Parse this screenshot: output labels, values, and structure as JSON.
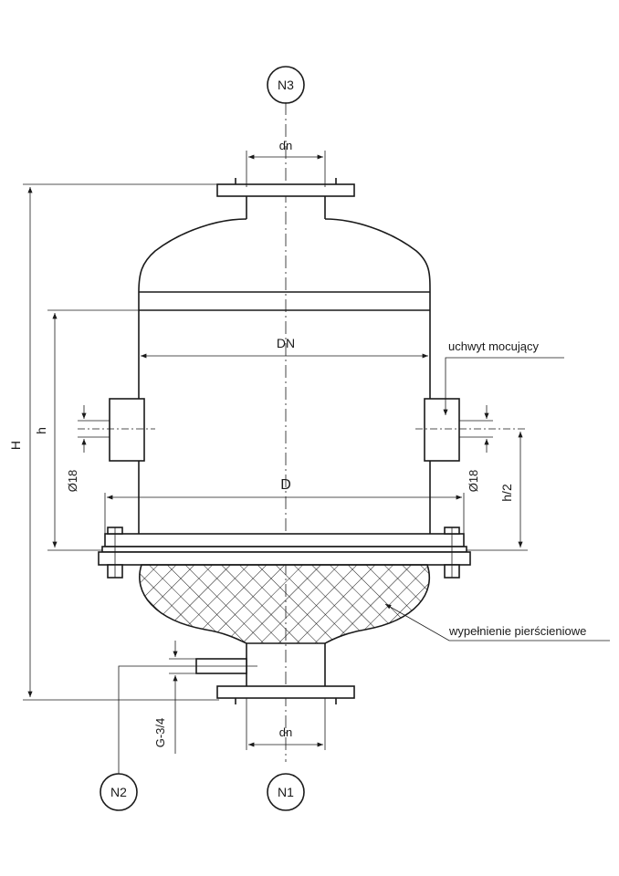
{
  "nozzles": {
    "top": "N3",
    "bottom": "N1",
    "side": "N2"
  },
  "dimensions": {
    "dn_top": "dn",
    "dn_bottom": "dn",
    "DN": "DN",
    "D": "D",
    "H": "H",
    "h": "h",
    "h_half": "h/2",
    "bore_left": "Ø18",
    "bore_right": "Ø18",
    "thread": "G-3/4"
  },
  "callouts": {
    "handle": "uchwyt mocujący",
    "filling": "wypełnienie pierścieniowe"
  },
  "colors": {
    "line": "#1a1a1a",
    "background": "#ffffff"
  }
}
